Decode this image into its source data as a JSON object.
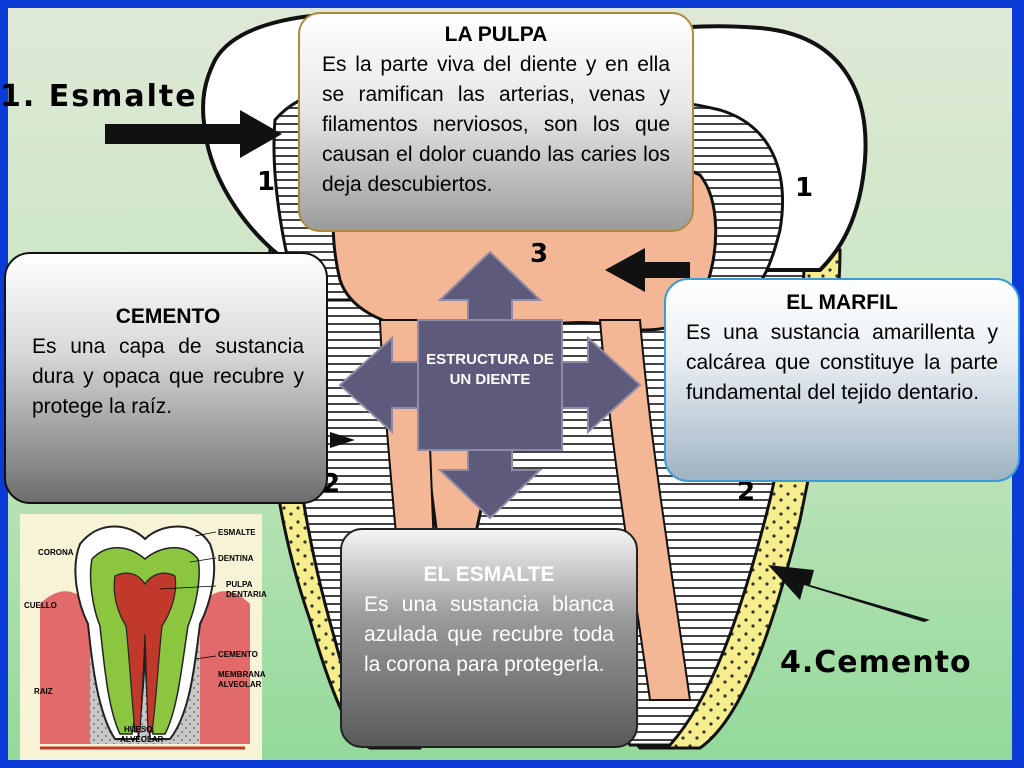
{
  "background": {
    "labels": {
      "esmalte": "1. Esmalte",
      "cemento": "4.Cemento",
      "num_1_left": "1",
      "num_1_right": "1",
      "num_2_left": "2",
      "num_2_right": "2",
      "num_3": "3"
    }
  },
  "center": {
    "label": "ESTRUCTURA DE UN DIENTE"
  },
  "callouts": {
    "pulpa": {
      "title": "LA PULPA",
      "body": "Es la parte viva del diente y en ella se ramifican las arterias, venas y filamentos nerviosos, son los que causan el dolor cuando las caries los deja descubiertos."
    },
    "cemento": {
      "title": "CEMENTO",
      "body": "Es una capa de sustancia dura y opaca que recubre y protege la raíz."
    },
    "marfil": {
      "title": "EL MARFIL",
      "body": "Es una sustancia amarillenta y calcárea que constituye la parte fundamental del tejido dentario."
    },
    "esmalte": {
      "title": "EL ESMALTE",
      "body": "Es una sustancia blanca azulada que recubre toda la corona para protegerla."
    }
  },
  "inset": {
    "labels": {
      "corona": "CORONA",
      "cuello": "CUELLO",
      "raiz": "RAIZ",
      "esmalte": "ESMALTE",
      "dentina": "DENTINA",
      "pulpa1": "PULPA",
      "pulpa2": "DENTARIA",
      "cemento": "CEMENTO",
      "membrana1": "MEMBRANA",
      "membrana2": "ALVEOLAR",
      "hueso1": "HUESO",
      "hueso2": "ALVEOLAR"
    }
  },
  "colors": {
    "frame": "#0a3bd6",
    "background_green": "#b9e3b6",
    "pulp": "#f4b795",
    "dentin_yellow": "#f6ee8c",
    "arrow_purple": "#5e5a7c"
  }
}
